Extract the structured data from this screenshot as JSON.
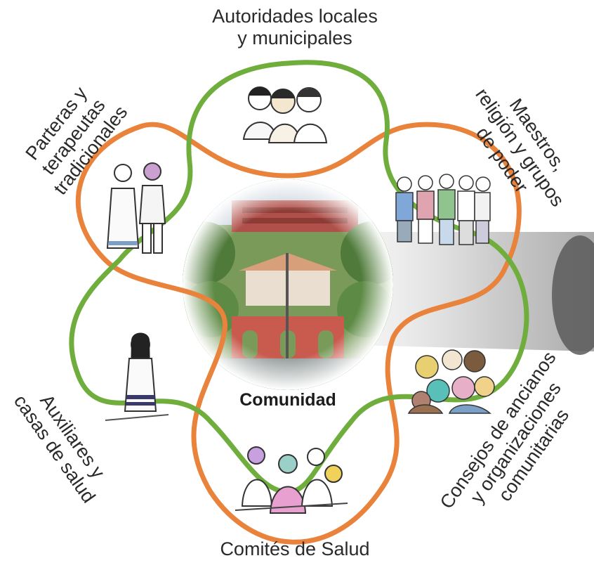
{
  "diagram": {
    "center": {
      "label": "Comunidad"
    },
    "nodes": [
      {
        "id": "top",
        "lines": [
          "Autoridades locales",
          "y municipales"
        ]
      },
      {
        "id": "top-right",
        "lines": [
          "Maestros,",
          "religión y grupos",
          "de poder"
        ]
      },
      {
        "id": "bottom-right",
        "lines": [
          "Consejos de ancianos",
          "y organizaciones",
          "comunitarias"
        ]
      },
      {
        "id": "bottom",
        "lines": [
          "Comités de Salud"
        ]
      },
      {
        "id": "bottom-left",
        "lines": [
          "Auxiliares y",
          "casas de salud"
        ]
      },
      {
        "id": "top-left",
        "lines": [
          "Parteras y",
          "terapeutas",
          "tradicionales"
        ]
      }
    ],
    "colors": {
      "green_loop": "#6fae3c",
      "orange_loop": "#e9823a",
      "shadow_band": "#cfcfcf"
    },
    "icons": {
      "top": "people-talking-illustration",
      "top-right": "group-of-people-illustration",
      "bottom-right": "elders-crowd-illustration",
      "bottom": "health-committee-illustration",
      "bottom-left": "woman-standing-illustration",
      "top-left": "traditional-midwives-illustration",
      "center": "town-plaza-photo"
    }
  }
}
